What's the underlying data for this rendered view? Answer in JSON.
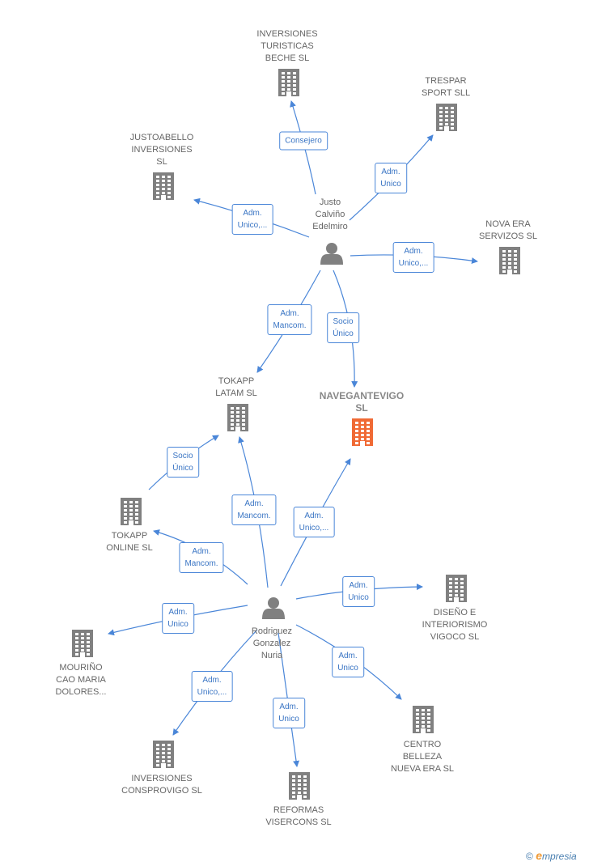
{
  "colors": {
    "edge": "#4a86d8",
    "building": "#808080",
    "focus_building": "#f06a35",
    "person": "#808080"
  },
  "nodes": [
    {
      "id": "inv_turisticas",
      "type": "company",
      "label": "INVERSIONES\nTURISTICAS\nBECHE  SL"
    },
    {
      "id": "trespar",
      "type": "company",
      "label": "TRESPAR\nSPORT SLL"
    },
    {
      "id": "justoabello",
      "type": "company",
      "label": "JUSTOABELLO\nINVERSIONES\nSL"
    },
    {
      "id": "justo",
      "type": "person",
      "label": "Justo\nCalviño\nEdelmiro"
    },
    {
      "id": "nova_era",
      "type": "company",
      "label": "NOVA ERA\nSERVIZOS  SL"
    },
    {
      "id": "tokapp_latam",
      "type": "company",
      "label": "TOKAPP\nLATAM  SL"
    },
    {
      "id": "navegantevigo",
      "type": "company",
      "focus": true,
      "label": "NAVEGANTEVIGO\nSL"
    },
    {
      "id": "tokapp_online",
      "type": "company",
      "label": "TOKAPP\nONLINE  SL"
    },
    {
      "id": "rodriguez",
      "type": "person",
      "label": "Rodriguez\nGonzalez\nNuria"
    },
    {
      "id": "diseno",
      "type": "company",
      "label": "DISEÑO E\nINTERIORISMO\nVIGOCO SL"
    },
    {
      "id": "mourino",
      "type": "company",
      "label": "MOURIÑO\nCAO MARIA\nDOLORES..."
    },
    {
      "id": "centro_belleza",
      "type": "company",
      "label": "CENTRO\nBELLEZA\nNUEVA ERA  SL"
    },
    {
      "id": "inv_consprovigo",
      "type": "company",
      "label": "INVERSIONES\nCONSPROVIGO SL"
    },
    {
      "id": "reformas",
      "type": "company",
      "label": "REFORMAS\nVISERCONS SL"
    }
  ],
  "edges": [
    {
      "from": "justo",
      "to": "inv_turisticas",
      "label": "Consejero"
    },
    {
      "from": "justo",
      "to": "trespar",
      "label": "Adm.\nUnico"
    },
    {
      "from": "justo",
      "to": "justoabello",
      "label": "Adm.\nUnico,..."
    },
    {
      "from": "justo",
      "to": "nova_era",
      "label": "Adm.\nUnico,..."
    },
    {
      "from": "justo",
      "to": "tokapp_latam",
      "label": "Adm.\nMancom."
    },
    {
      "from": "justo",
      "to": "navegantevigo",
      "label": "Socio\nÚnico"
    },
    {
      "from": "tokapp_online",
      "to": "tokapp_latam",
      "label": "Socio\nÚnico"
    },
    {
      "from": "rodriguez",
      "to": "tokapp_latam",
      "label": "Adm.\nMancom."
    },
    {
      "from": "rodriguez",
      "to": "navegantevigo",
      "label": "Adm.\nUnico,..."
    },
    {
      "from": "rodriguez",
      "to": "tokapp_online",
      "label": "Adm.\nMancom."
    },
    {
      "from": "rodriguez",
      "to": "diseno",
      "label": "Adm.\nUnico"
    },
    {
      "from": "rodriguez",
      "to": "mourino",
      "label": "Adm.\nUnico"
    },
    {
      "from": "rodriguez",
      "to": "centro_belleza",
      "label": "Adm.\nUnico"
    },
    {
      "from": "rodriguez",
      "to": "inv_consprovigo",
      "label": "Adm.\nUnico,..."
    },
    {
      "from": "rodriguez",
      "to": "reformas",
      "label": "Adm.\nUnico"
    }
  ],
  "brand": {
    "copyright": "©",
    "e": "e",
    "rest": "mpresia"
  }
}
